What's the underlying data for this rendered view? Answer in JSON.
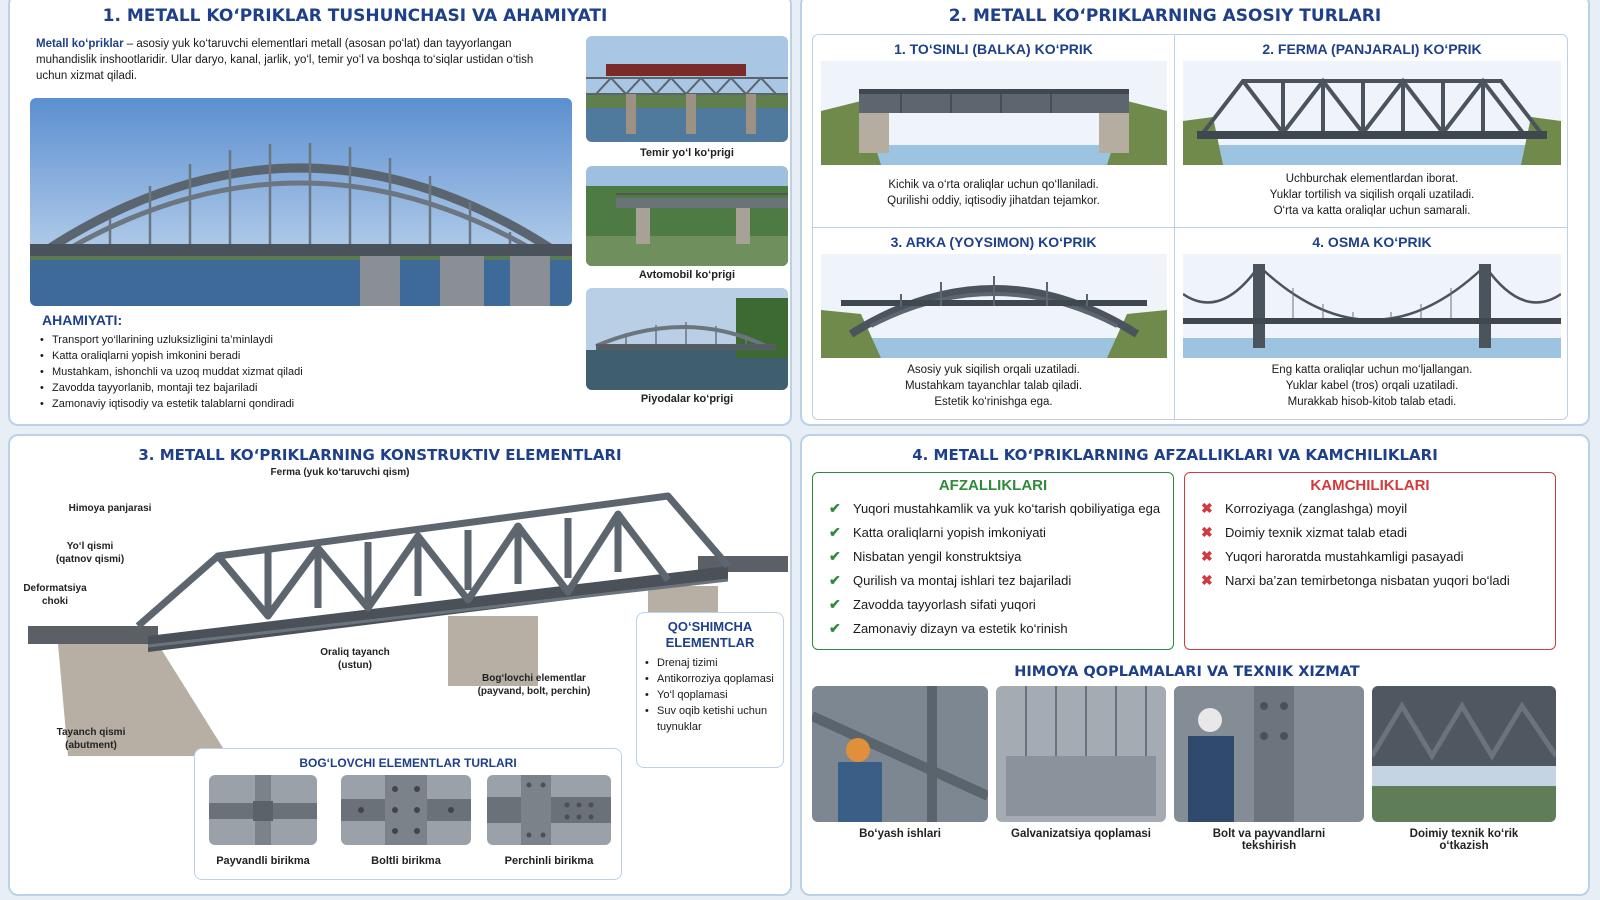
{
  "s1": {
    "title": "1. METALL KO‘PRIKLAR TUSHUNCHASI VA AHAMIYATI",
    "intro_term": "Metall ko‘priklar",
    "intro_rest": " – asosiy yuk ko‘taruvchi elementlari metall (asosan po‘lat) dan tayyorlangan muhandislik inshootlaridir. Ular daryo, kanal, jarlik, yo‘l, temir yo‘l va boshqa to‘siqlar ustidan o‘tish uchun xizmat qiladi.",
    "photos": [
      "Temir yo‘l ko‘prigi",
      "Avtomobil ko‘prigi",
      "Piyodalar ko‘prigi"
    ],
    "importance_title": "AHAMIYATI:",
    "importance": [
      "Transport yo‘llarining uzluksizligini ta’minlaydi",
      "Katta oraliqlarni yopish imkonini beradi",
      "Mustahkam, ishonchli va uzoq muddat xizmat qiladi",
      "Zavodda tayyorlanib, montaji tez bajariladi",
      "Zamonaviy iqtisodiy va estetik talablarni qondiradi"
    ]
  },
  "s2": {
    "title": "2. METALL KO‘PRIKLARNING ASOSIY TURLARI",
    "types": [
      {
        "title": "1. TO‘SINLI (BALKA) KO‘PRIK",
        "desc": [
          "Kichik va o‘rta oraliqlar uchun qo‘llaniladi.",
          "Qurilishi oddiy, iqtisodiy jihatdan tejamkor."
        ]
      },
      {
        "title": "2. FERMA (PANJARALI) KO‘PRIK",
        "desc": [
          "Uchburchak elementlardan iborat.",
          "Yuklar tortilish va siqilish orqali uzatiladi.",
          "O‘rta va katta oraliqlar uchun samarali."
        ]
      },
      {
        "title": "3. ARKA (YOYSIMON) KO‘PRIK",
        "desc": [
          "Asosiy yuk siqilish orqali uzatiladi.",
          "Mustahkam tayanchlar talab qiladi.",
          "Estetik ko‘rinishga ega."
        ]
      },
      {
        "title": "4. OSMA KO‘PRIK",
        "desc": [
          "Eng katta oraliqlar uchun mo‘ljallangan.",
          "Yuklar kabel (tros) orqali uzatiladi.",
          "Murakkab hisob-kitob talab etadi."
        ]
      }
    ]
  },
  "s3": {
    "title": "3. METALL KO‘PRIKLARNING KONSTRUKTIV ELEMENTLARI",
    "labels": {
      "ferma": "Ferma (yuk ko‘taruvchi qism)",
      "himoya": "Himoya panjarasi",
      "yol_1": "Yo‘l qismi",
      "yol_2": "(qatnov qismi)",
      "deform_1": "Deformatsiya",
      "deform_2": "choki",
      "oraliq_1": "Oraliq tayanch",
      "oraliq_2": "(ustun)",
      "boglovchi_1": "Bog‘lovchi elementlar",
      "boglovchi_2": "(payvand, bolt, perchin)",
      "tayanch_1": "Tayanch qismi",
      "tayanch_2": "(abutment)"
    },
    "extra_title_1": "QO‘SHIMCHA",
    "extra_title_2": "ELEMENTLAR",
    "extra": [
      "Drenaj tizimi",
      "Antikorroziya qoplamasi",
      "Yo‘l qoplamasi",
      "Suv oqib ketishi uchun tuynuklar"
    ],
    "joints_title": "BOG‘LOVCHI ELEMENTLAR TURLARI",
    "joints": [
      "Payvandli birikma",
      "Boltli birikma",
      "Perchinli birikma"
    ]
  },
  "s4": {
    "title": "4. METALL KO‘PRIKLARNING AFZALLIKLARI VA KAMCHILIKLARI",
    "pros_title": "AFZALLIKLARI",
    "pros": [
      "Yuqori mustahkamlik va yuk ko‘tarish qobiliyatiga ega",
      "Katta oraliqlarni yopish imkoniyati",
      "Nisbatan yengil konstruktsiya",
      "Qurilish va montaj ishlari tez bajariladi",
      "Zavodda tayyorlash sifati yuqori",
      "Zamonaviy dizayn va estetik ko‘rinish"
    ],
    "cons_title": "KAMCHILIKLARI",
    "cons": [
      "Korroziyaga (zanglashga) moyil",
      "Doimiy texnik xizmat talab etadi",
      "Yuqori haroratda mustahkamligi pasayadi",
      "Narxi ba’zan temirbetonga nisbatan yuqori bo‘ladi"
    ],
    "protect_title": "HIMOYA QOPLAMALARI VA TEXNIK XIZMAT",
    "protect": [
      {
        "l1": "Bo‘yash ishlari",
        "l2": ""
      },
      {
        "l1": "Galvanizatsiya qoplamasi",
        "l2": ""
      },
      {
        "l1": "Bolt va payvandlarni",
        "l2": "tekshirish"
      },
      {
        "l1": "Doimiy texnik ko‘rik",
        "l2": "o‘tkazish"
      }
    ],
    "check_mark": "✔",
    "cross_mark": "✖"
  },
  "colors": {
    "title": "#1e3f8a",
    "pros": "#2e8b3a",
    "cons": "#d23b3b",
    "border": "#bcd0e6"
  }
}
